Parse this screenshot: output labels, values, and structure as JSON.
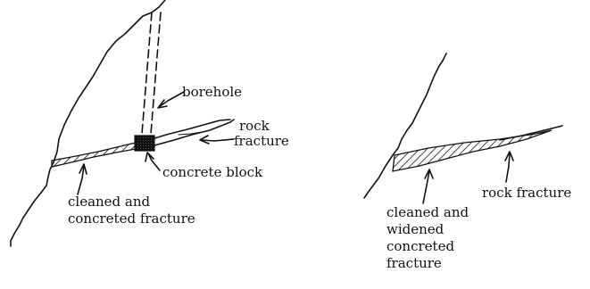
{
  "left_panel": {
    "borehole_label": "borehole",
    "rock_fracture_line1": "rock",
    "rock_fracture_line2": "fracture",
    "concrete_block_label": "concrete block",
    "cleaned_line1": "cleaned and",
    "cleaned_line2": "concreted fracture"
  },
  "right_panel": {
    "rock_fracture_label": "rock fracture",
    "cleaned_line1": "cleaned and",
    "cleaned_line2": "widened",
    "cleaned_line3": "concreted",
    "cleaned_line4": "fracture"
  },
  "colors": {
    "ink": "#111111",
    "background": "#ffffff"
  }
}
